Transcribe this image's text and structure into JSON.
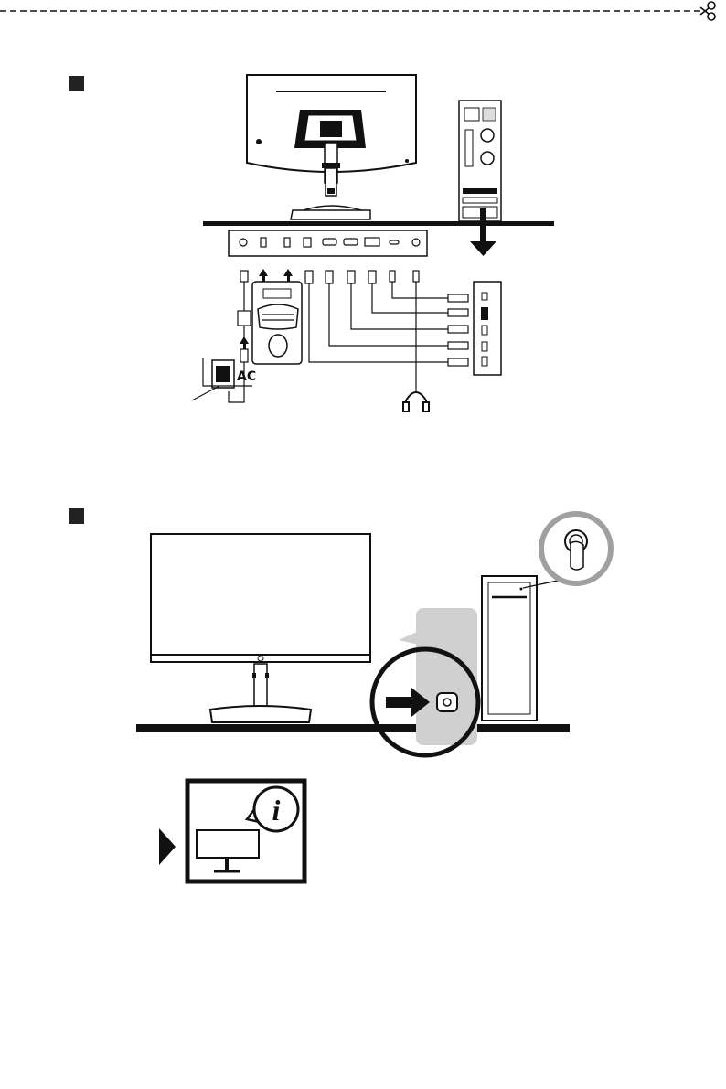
{
  "page": {
    "background": "#ffffff"
  },
  "top_trim": {
    "icon": "scissors-icon"
  },
  "step1": {
    "marker": "black-square",
    "power_label": "AC",
    "monitor_ports": [
      "audio-in",
      "usb-a",
      "usb-a",
      "usb-b",
      "hdmi",
      "hdmi",
      "displayport",
      "usb-c",
      "audio-out"
    ],
    "pc_ports": [
      "usb-c",
      "displayport",
      "hdmi",
      "hdmi",
      "usb"
    ],
    "peripherals": [
      "keyboard",
      "mouse",
      "headphones"
    ]
  },
  "step2": {
    "marker": "black-square",
    "actions": [
      "press-pc-power-button",
      "press-monitor-power-button"
    ],
    "result_icon": "info-icon",
    "play_icon": "play-arrow-icon"
  },
  "colors": {
    "ink": "#111111",
    "grey_panel": "#d0d0d0",
    "button_ring": "#a0a0a0"
  }
}
